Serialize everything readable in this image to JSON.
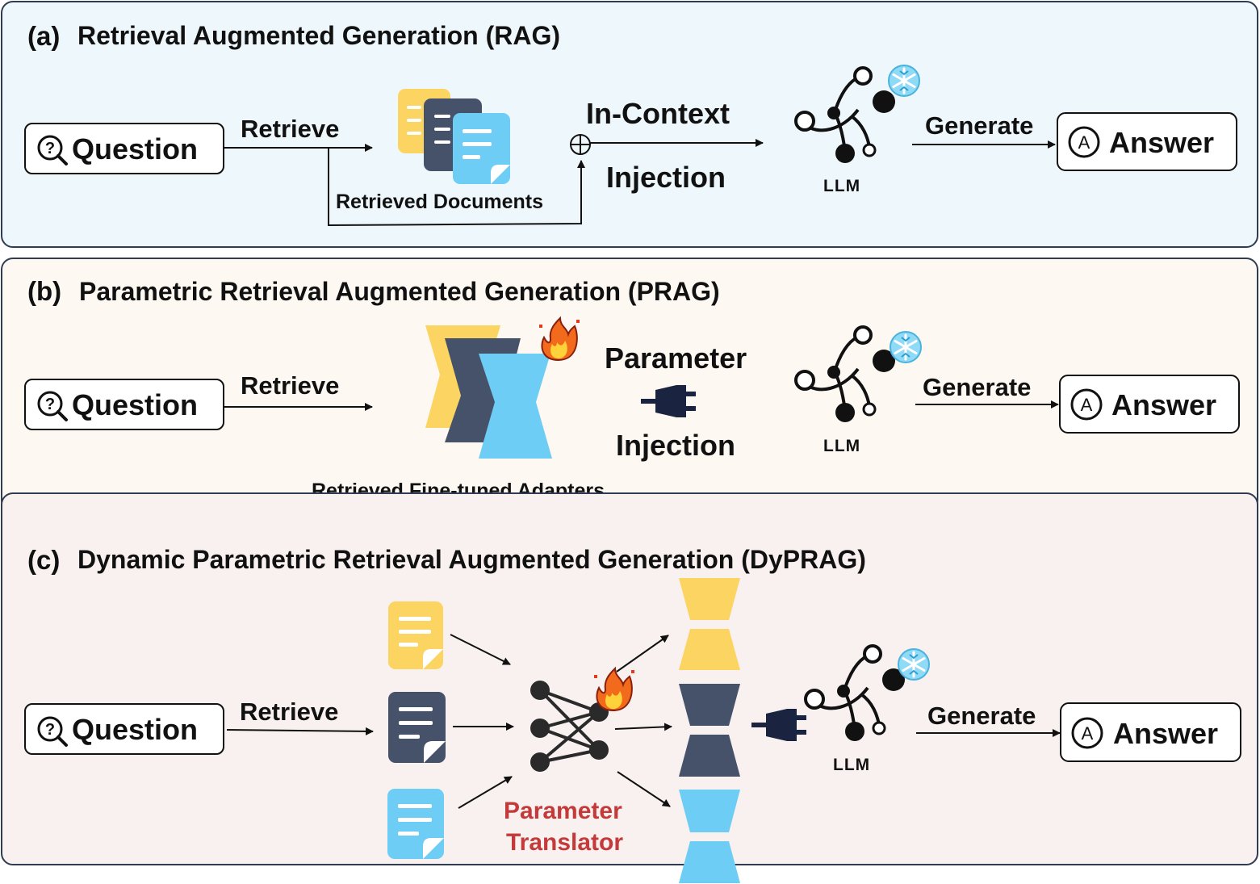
{
  "colors": {
    "panel_a_bg": "#eef7fb",
    "panel_b_bg": "#fdf9f2",
    "panel_c_bg": "#f8f1ef",
    "panel_border": "#2f3c52",
    "yellow": "#fcd462",
    "slate": "#45526a",
    "blue": "#6dcdf4",
    "navy": "#1a2440",
    "translator_red": "#c43a3a",
    "fire_orange": "#f26b1d",
    "snow_blue": "#5cc6ef"
  },
  "panel_a": {
    "label": "(a)",
    "title": "Retrieval Augmented Generation (RAG)",
    "question": "Question",
    "retrieve": "Retrieve",
    "retrieved_documents": "Retrieved Documents",
    "in_context": "In-Context",
    "injection": "Injection",
    "llm": "LLM",
    "generate": "Generate",
    "answer": "Answer"
  },
  "panel_b": {
    "label": "(b)",
    "title": "Parametric Retrieval Augmented Generation (PRAG)",
    "question": "Question",
    "retrieve": "Retrieve",
    "parameter": "Parameter",
    "injection": "Injection",
    "retrieved_adapters": "Retrieved Fine-tuned Adapters",
    "llm": "LLM",
    "generate": "Generate",
    "answer": "Answer"
  },
  "panel_c": {
    "label": "(c)",
    "title": "Dynamic Parametric Retrieval Augmented Generation (DyPRAG)",
    "question": "Question",
    "retrieve": "Retrieve",
    "translator_line1": "Parameter",
    "translator_line2": "Translator",
    "llm": "LLM",
    "generate": "Generate",
    "answer": "Answer"
  },
  "icons": {
    "question_icon": "magnifier-with-question-mark",
    "answer_icon": "circled-letter-a",
    "llm_icon": "node-graph",
    "frozen_icon": "snowflake",
    "trainable_icon": "fire",
    "plug_icon": "electric-plug",
    "document_icon": "document",
    "adapter_icon": "hourglass-adapter",
    "translator_icon": "neural-network",
    "plus_icon": "circled-plus"
  },
  "glyphs": {
    "question_mark": "?",
    "answer_letter": "A"
  }
}
